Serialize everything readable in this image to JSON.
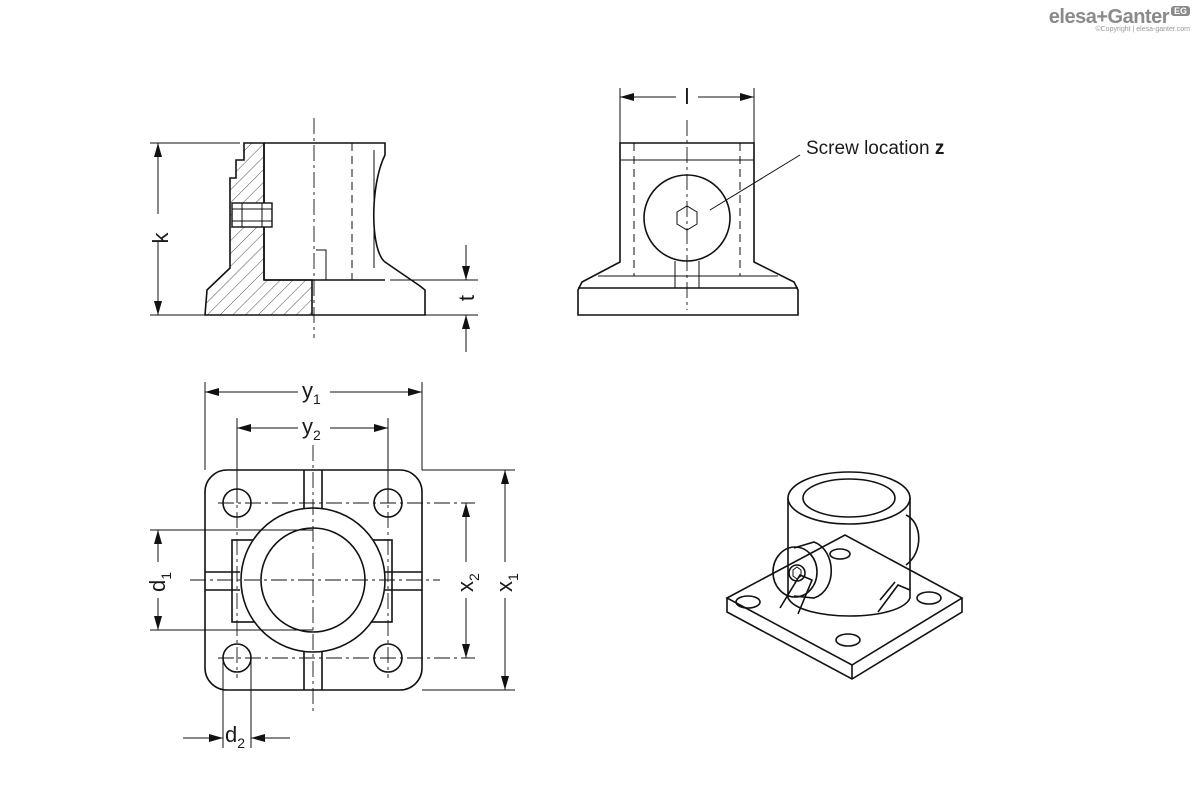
{
  "logo": {
    "brand": "elesa+Ganter",
    "badge": "EG",
    "copyright": "©Copyright | elesa-ganter.com"
  },
  "annotation": {
    "text": "Screw location ",
    "bold": "z"
  },
  "dimensions": {
    "k": "k",
    "t": "t",
    "l": "l",
    "y1_main": "y",
    "y1_sub": "1",
    "y2_main": "y",
    "y2_sub": "2",
    "d1_main": "d",
    "d1_sub": "1",
    "d2_main": "d",
    "d2_sub": "2",
    "x2_main": "x",
    "x2_sub": "2",
    "x1_main": "x",
    "x1_sub": "1"
  }
}
